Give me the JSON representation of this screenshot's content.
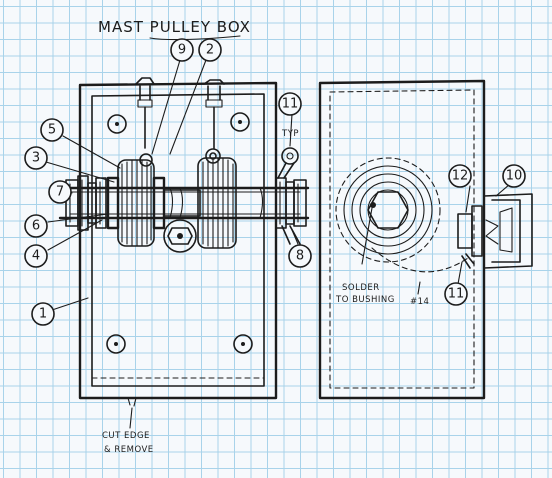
{
  "title": "MAST PULLEY BOX",
  "callouts": [
    {
      "id": "c1",
      "label": "1"
    },
    {
      "id": "c2",
      "label": "2"
    },
    {
      "id": "c3",
      "label": "3"
    },
    {
      "id": "c4",
      "label": "4"
    },
    {
      "id": "c5",
      "label": "5"
    },
    {
      "id": "c6",
      "label": "6"
    },
    {
      "id": "c7",
      "label": "7"
    },
    {
      "id": "c8",
      "label": "8"
    },
    {
      "id": "c9",
      "label": "9"
    },
    {
      "id": "c10",
      "label": "10"
    },
    {
      "id": "c11a",
      "label": "11"
    },
    {
      "id": "c11b",
      "label": "11"
    },
    {
      "id": "c12",
      "label": "12"
    }
  ],
  "notes": {
    "typ": "TYP",
    "solder_line1": "SOLDER",
    "solder_line2": "TO BUSHING",
    "wire_gauge": "#14",
    "cut_line1": "CUT EDGE",
    "cut_line2": "& REMOVE"
  }
}
